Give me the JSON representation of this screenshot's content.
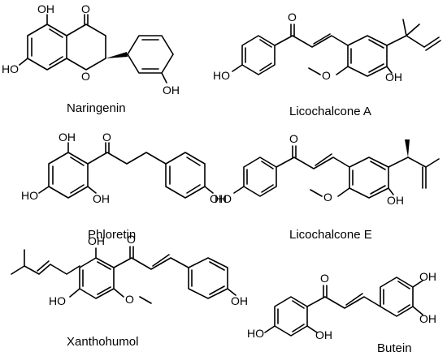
{
  "compounds": [
    {
      "name": "Naringenin",
      "labels": {
        "oh_top": "OH",
        "carbonyl": "O",
        "oh_left": "HO",
        "ring_o": "O",
        "oh_right": "OH"
      }
    },
    {
      "name": "Licochalcone A",
      "labels": {
        "carbonyl": "O",
        "oh_left": "HO",
        "methoxy": "O",
        "oh_right": "OH"
      }
    },
    {
      "name": "Phloretin",
      "labels": {
        "oh_top": "OH",
        "carbonyl": "O",
        "oh_left": "HO",
        "oh_bottom": "OH",
        "oh_right": "OH"
      }
    },
    {
      "name": "Licochalcone E",
      "labels": {
        "carbonyl": "O",
        "oh_left": "HO",
        "methoxy": "O",
        "oh_right": "OH"
      }
    },
    {
      "name": "Xanthohumol",
      "labels": {
        "oh_top": "OH",
        "carbonyl": "O",
        "oh_left": "HO",
        "methoxy": "O",
        "oh_right": "OH"
      }
    },
    {
      "name": "Butein",
      "labels": {
        "carbonyl": "O",
        "oh_left": "HO",
        "oh_bottom": "OH",
        "oh_top_right": "OH",
        "oh_bottom_right": "OH"
      }
    }
  ]
}
